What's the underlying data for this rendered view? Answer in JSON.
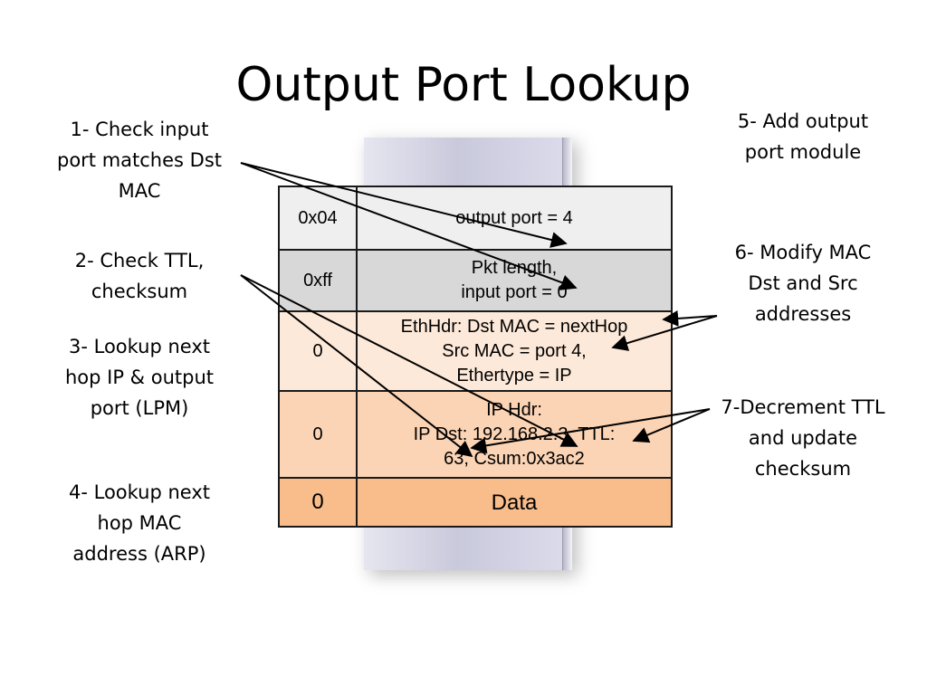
{
  "title": "Output Port Lookup",
  "notes": {
    "n1": [
      "1- Check input",
      "port matches Dst",
      "MAC"
    ],
    "n2": [
      "2- Check TTL,",
      "checksum"
    ],
    "n3": [
      "3- Lookup next",
      "hop IP & output",
      "port (LPM)"
    ],
    "n4": [
      "4- Lookup next",
      "hop MAC",
      "address (ARP)"
    ],
    "n5": [
      "5- Add output",
      "port module"
    ],
    "n6": [
      "6- Modify MAC",
      "Dst and Src",
      "addresses"
    ],
    "n7": [
      "7-Decrement TTL",
      "and update",
      "checksum"
    ]
  },
  "packet": [
    {
      "id": "0x04",
      "lines": [
        "output port = 4"
      ]
    },
    {
      "id": "0xff",
      "lines": [
        "Pkt length,",
        "input port = 0"
      ]
    },
    {
      "id": "0",
      "lines": [
        "EthHdr: Dst MAC = nextHop",
        "Src MAC = port 4,",
        "Ethertype = IP"
      ]
    },
    {
      "id": "0",
      "lines": [
        "IP Hdr:",
        "IP Dst: 192.168.2.3, TTL:",
        "63, Csum:0x3ac2"
      ]
    },
    {
      "id": "0",
      "lines": [
        "Data"
      ]
    }
  ],
  "colors": {
    "row1": "#efefef",
    "row2": "#d8d8d8",
    "row3": "#fde9d9",
    "row4": "#fbd4b5",
    "row5": "#f9bd8c"
  }
}
